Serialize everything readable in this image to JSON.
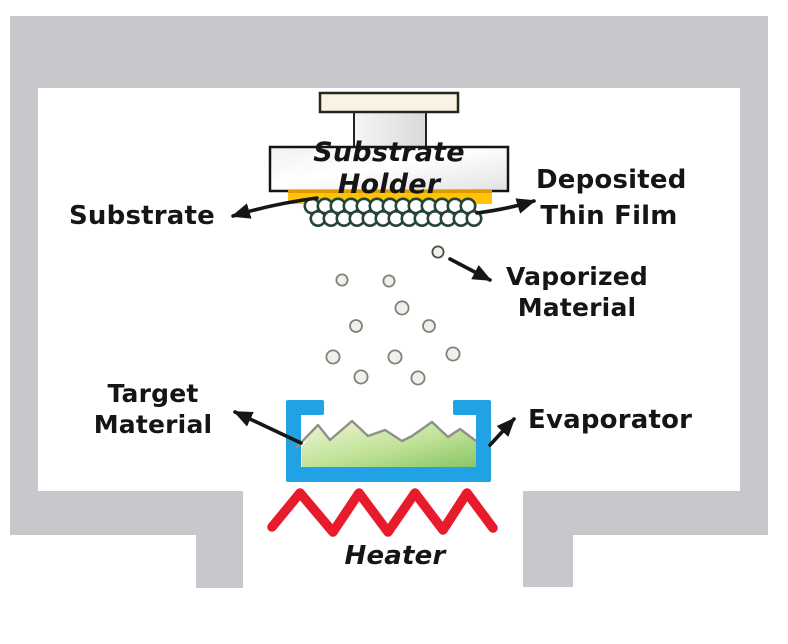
{
  "diagram": {
    "name": "thermal-evaporation-deposition-diagram",
    "labels": {
      "substrate_holder": "Substrate Holder",
      "substrate": "Substrate",
      "deposited_line1": "Deposited",
      "deposited_line2": "Thin Film",
      "vaporized_line1": "Vaporized",
      "vaporized_line2": "Material",
      "target_line1": "Target",
      "target_line2": "Material",
      "evaporator": "Evaporator",
      "heater": "Heater"
    },
    "colors": {
      "chamber_wall": "#c8c8cc",
      "background": "#ffffff",
      "substrate": "#ffc408",
      "substrate_edge": "#e09b00",
      "film_outline": "#24443a",
      "particle_fill": "#eef1e9",
      "particle_outline": "#7d837c",
      "evaporator_blue": "#21a2e4",
      "target_material_light": "#ecf6d4",
      "target_material_dark": "#8fc96a",
      "target_surface_line": "#90908a",
      "heater_red": "#e81b2c",
      "mount_plate_cream": "#f8f3e4",
      "arrow_black": "#161616",
      "text": "#151515"
    }
  }
}
